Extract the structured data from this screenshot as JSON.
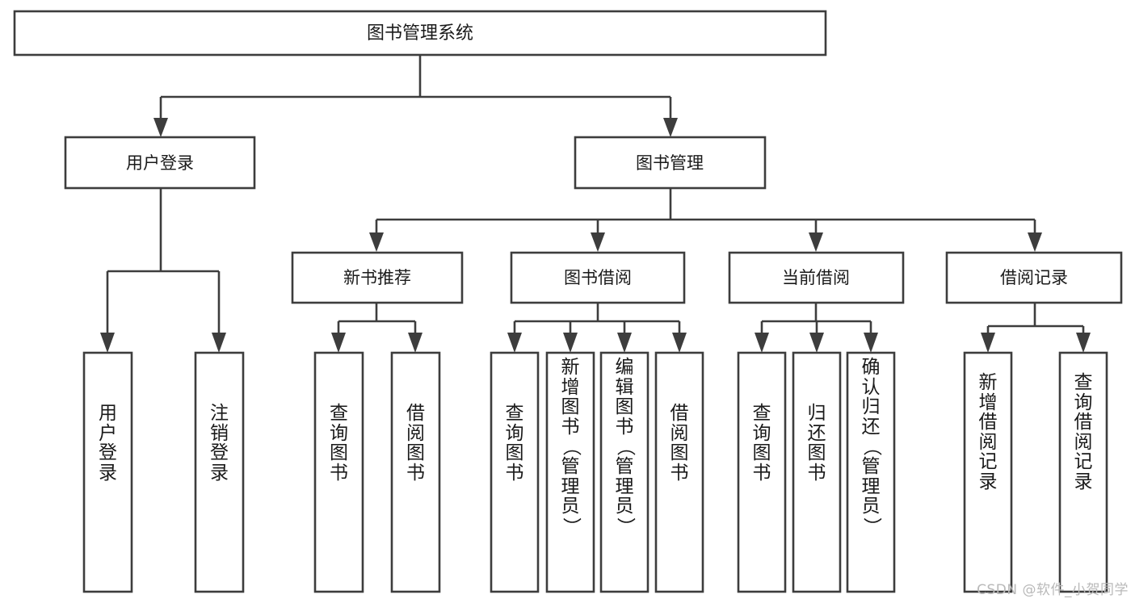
{
  "diagram": {
    "type": "tree",
    "title": "图书管理系统",
    "watermark": "CSDN @软件_小贺同学",
    "colors": {
      "background": "#ffffff",
      "stroke": "#3d3d3d",
      "box_fill": "#ffffff",
      "text": "#1a1a1a",
      "watermark": "#b9b9b9"
    },
    "nodes": {
      "root": {
        "label": "图书管理系统",
        "orientation": "horizontal"
      },
      "level2": [
        {
          "label": "用户登录",
          "orientation": "horizontal"
        },
        {
          "label": "图书管理",
          "orientation": "horizontal"
        }
      ],
      "level3": [
        {
          "label": "新书推荐",
          "orientation": "horizontal"
        },
        {
          "label": "图书借阅",
          "orientation": "horizontal"
        },
        {
          "label": "当前借阅",
          "orientation": "horizontal"
        },
        {
          "label": "借阅记录",
          "orientation": "horizontal"
        }
      ],
      "leaves_user_login": [
        {
          "label": "用户登录",
          "orientation": "vertical"
        },
        {
          "label": "注销登录",
          "orientation": "vertical"
        }
      ],
      "leaves_new_book": [
        {
          "label": "查询图书",
          "orientation": "vertical"
        },
        {
          "label": "借阅图书",
          "orientation": "vertical"
        }
      ],
      "leaves_borrow": [
        {
          "label": "查询图书",
          "orientation": "vertical"
        },
        {
          "label": "新增图书（管理员）",
          "orientation": "vertical"
        },
        {
          "label": "编辑图书（管理员）",
          "orientation": "vertical"
        },
        {
          "label": "借阅图书",
          "orientation": "vertical"
        }
      ],
      "leaves_current": [
        {
          "label": "查询图书",
          "orientation": "vertical"
        },
        {
          "label": "归还图书",
          "orientation": "vertical"
        },
        {
          "label": "确认归还（管理员）",
          "orientation": "vertical"
        }
      ],
      "leaves_record": [
        {
          "label": "新增借阅记录",
          "orientation": "vertical"
        },
        {
          "label": "查询借阅记录",
          "orientation": "vertical"
        }
      ]
    },
    "edges": [
      {
        "from": "图书管理系统",
        "to": "用户登录"
      },
      {
        "from": "图书管理系统",
        "to": "图书管理"
      },
      {
        "from": "图书管理",
        "to": "新书推荐"
      },
      {
        "from": "图书管理",
        "to": "图书借阅"
      },
      {
        "from": "图书管理",
        "to": "当前借阅"
      },
      {
        "from": "图书管理",
        "to": "借阅记录"
      },
      {
        "from": "用户登录",
        "to": "用户登录"
      },
      {
        "from": "用户登录",
        "to": "注销登录"
      },
      {
        "from": "新书推荐",
        "to": "查询图书"
      },
      {
        "from": "新书推荐",
        "to": "借阅图书"
      },
      {
        "from": "图书借阅",
        "to": "查询图书"
      },
      {
        "from": "图书借阅",
        "to": "新增图书（管理员）"
      },
      {
        "from": "图书借阅",
        "to": "编辑图书（管理员）"
      },
      {
        "from": "图书借阅",
        "to": "借阅图书"
      },
      {
        "from": "当前借阅",
        "to": "查询图书"
      },
      {
        "from": "当前借阅",
        "to": "归还图书"
      },
      {
        "from": "当前借阅",
        "to": "确认归还（管理员）"
      },
      {
        "from": "借阅记录",
        "to": "新增借阅记录"
      },
      {
        "from": "借阅记录",
        "to": "查询借阅记录"
      }
    ]
  }
}
